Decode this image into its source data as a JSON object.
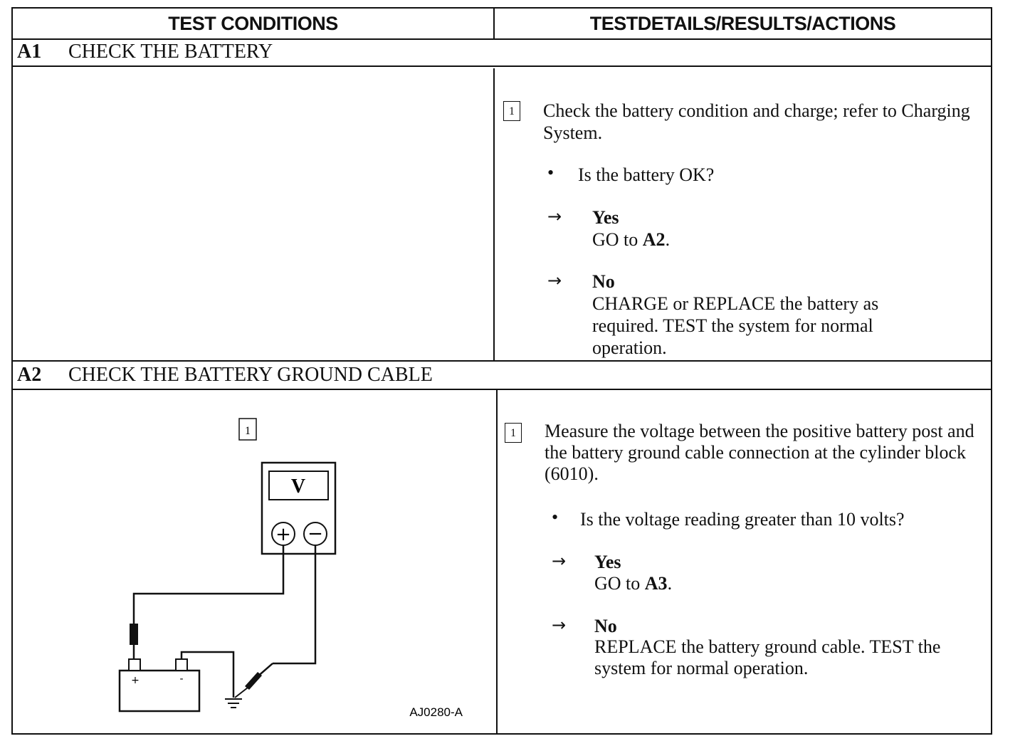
{
  "header": {
    "left": "TEST CONDITIONS",
    "right": "TESTDETAILS/RESULTS/ACTIONS"
  },
  "steps": [
    {
      "id": "A1",
      "title": "CHECK THE BATTERY",
      "box": "1",
      "instruction": "Check the battery condition and charge; refer to Charging System.",
      "question": "Is the battery OK?",
      "yes_label": "Yes",
      "yes_action_prefix": "GO to ",
      "yes_action_target": "A2",
      "yes_action_suffix": ".",
      "no_label": "No",
      "no_action": "CHARGE or REPLACE the battery as required. TEST the system for normal operation."
    },
    {
      "id": "A2",
      "title": "CHECK THE BATTERY GROUND CABLE",
      "box": "1",
      "instruction": "Measure the voltage between the positive battery post and the battery ground cable connection at the cylinder block (6010).",
      "question": "Is the voltage reading greater than 10 volts?",
      "yes_label": "Yes",
      "yes_action_prefix": "GO to ",
      "yes_action_target": "A3",
      "yes_action_suffix": ".",
      "no_label": "No",
      "no_action": "REPLACE the battery ground cable. TEST the system for normal operation."
    }
  ],
  "diagram": {
    "box": "1",
    "meter_label": "V",
    "plus": "+",
    "minus": "−",
    "battery_plus": "+",
    "battery_minus": "-",
    "figure_id": "AJ0280-A"
  },
  "symbols": {
    "bullet": "•",
    "arrow": "→"
  }
}
